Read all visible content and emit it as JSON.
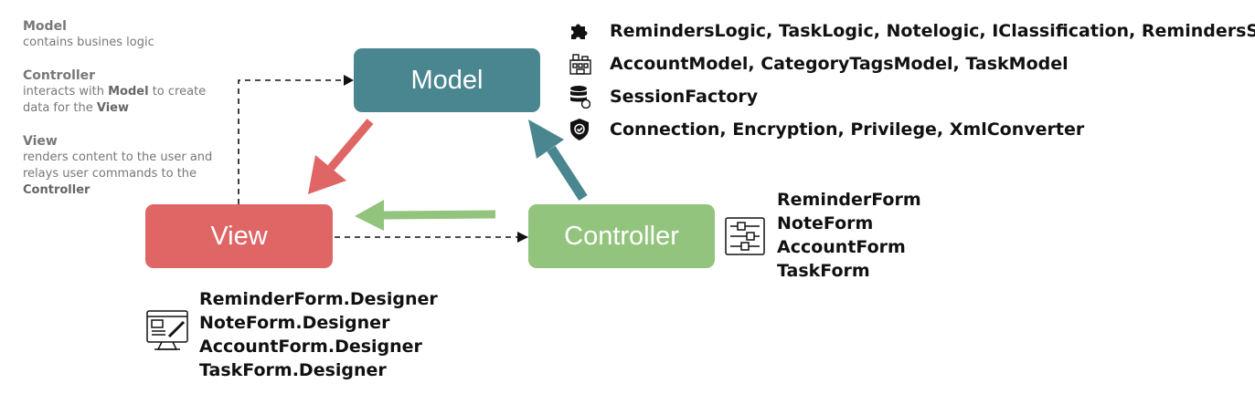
{
  "legend": {
    "model": {
      "title": "Model",
      "desc": "contains busines logic"
    },
    "controller": {
      "title": "Controller",
      "desc_pre": "interacts  with ",
      "desc_bold": "Model",
      "desc_mid": " to create data for the ",
      "desc_bold2": "View"
    },
    "view": {
      "title": "View",
      "desc_pre": "renders content to the user and  relays user  commands to the ",
      "desc_bold": "Controller"
    }
  },
  "boxes": {
    "model": {
      "label": "Model",
      "color": "#4a8690"
    },
    "view": {
      "label": "View",
      "color": "#e06666"
    },
    "controller": {
      "label": "Controller",
      "color": "#93c47d"
    }
  },
  "model_components": [
    {
      "icon": "puzzle-icon",
      "text": "RemindersLogic, TaskLogic, Notelogic, IClassification, RemindersSort"
    },
    {
      "icon": "building-icon",
      "text": "AccountModel, CategoryTagsModel, TaskModel"
    },
    {
      "icon": "database-icon",
      "text": "SessionFactory"
    },
    {
      "icon": "shield-check-icon",
      "text": "Connection, Encryption, Privilege, XmlConverter"
    }
  ],
  "controller_components": [
    "ReminderForm",
    "NoteForm",
    "AccountForm",
    "TaskForm"
  ],
  "view_components": [
    "ReminderForm.Designer",
    "NoteForm.Designer",
    "AccountForm.Designer",
    "TaskForm.Designer"
  ],
  "arrow_colors": {
    "model_to_view": "#e06666",
    "controller_to_view": "#93c47d",
    "controller_to_model": "#4a8690"
  }
}
